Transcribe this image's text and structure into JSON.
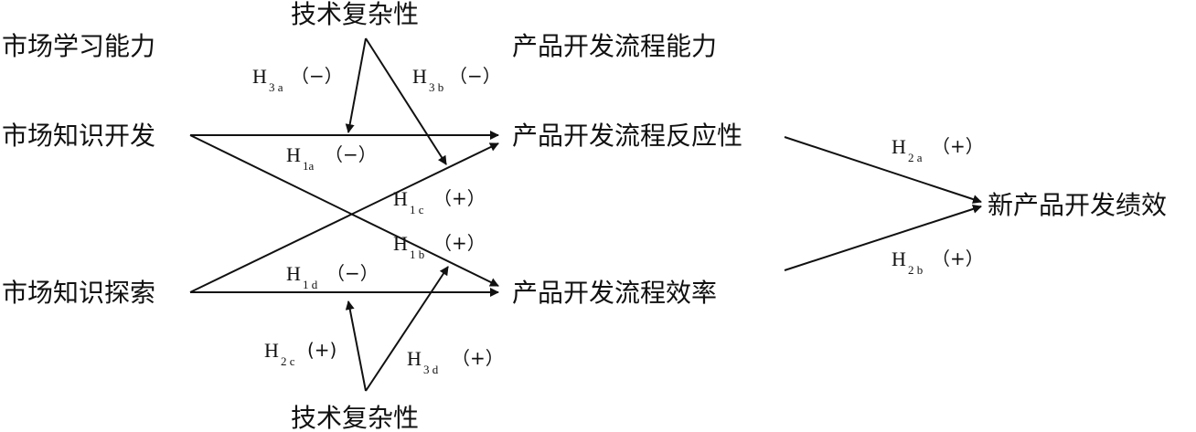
{
  "nodes": {
    "tech_top": "技术复杂性",
    "market_learning": "市场学习能力",
    "process_capability": "产品开发流程能力",
    "knowledge_dev": "市场知识开发",
    "responsiveness": "产品开发流程反应性",
    "new_product_perf": "新产品开发绩效",
    "knowledge_explore": "市场知识探索",
    "efficiency": "产品开发流程效率",
    "tech_bottom": "技术复杂性"
  },
  "hypotheses": {
    "h3a": {
      "main": "H",
      "sub": "3 a",
      "sign": "（−）"
    },
    "h3b": {
      "main": "H",
      "sub": "3 b",
      "sign": "（−）"
    },
    "h1a": {
      "main": "H",
      "sub": "1a",
      "sign": "（−）"
    },
    "h1c": {
      "main": "H",
      "sub": "1 c",
      "sign": "（+）"
    },
    "h1b": {
      "main": "H",
      "sub": "1 b",
      "sign": "（+）"
    },
    "h1d": {
      "main": "H",
      "sub": "1 d",
      "sign": "（−）"
    },
    "h2c": {
      "main": "H",
      "sub": "2 c",
      "sign": "(+)"
    },
    "h3d": {
      "main": "H",
      "sub": "3 d",
      "sign": "（+）"
    },
    "h2a": {
      "main": "H",
      "sub": "2 a",
      "sign": "（+）"
    },
    "h2b": {
      "main": "H",
      "sub": "2 b",
      "sign": "（+）"
    }
  }
}
